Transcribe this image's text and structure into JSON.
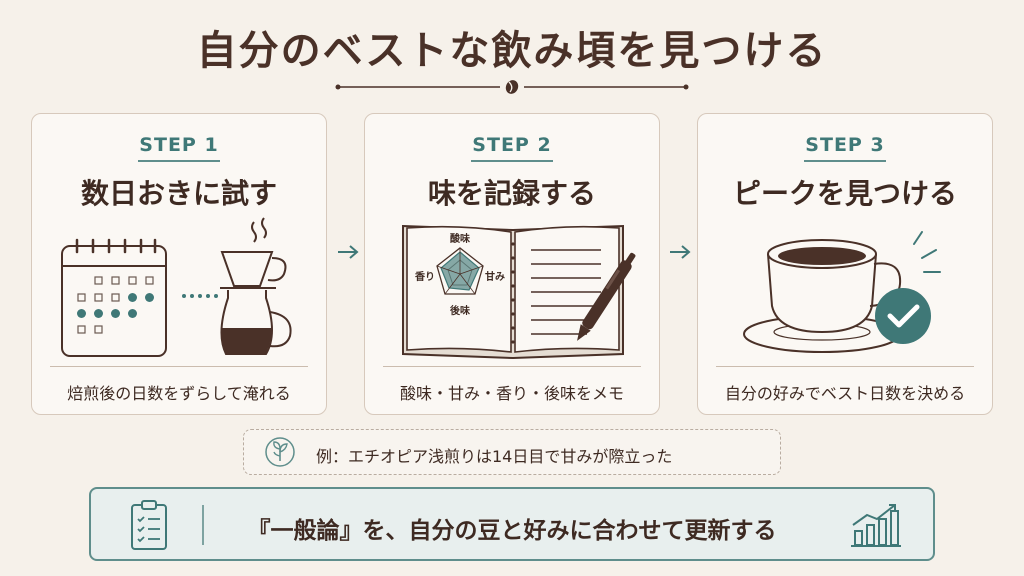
{
  "title": "自分のベストな飲み頃を見つける",
  "steps": [
    {
      "label": "STEP 1",
      "heading": "数日おきに試す",
      "caption": "焙煎後の日数をずらして淹れる"
    },
    {
      "label": "STEP 2",
      "heading": "味を記録する",
      "caption": "酸味・甘み・香り・後味をメモ",
      "radar": {
        "top": "酸味",
        "right": "甘み",
        "bottom": "後味",
        "left": "香り"
      }
    },
    {
      "label": "STEP 3",
      "heading": "ピークを見つける",
      "caption": "自分の好みでベスト日数を決める"
    }
  ],
  "example": {
    "text": "例：エチオピア浅煎りは14日目で甘みが際立った"
  },
  "banner": {
    "text": "『一般論』を、自分の豆と好みに合わせて更新する"
  },
  "colors": {
    "teal": "#3f7877",
    "brown": "#4a3128",
    "background": "#f6f1ea"
  }
}
